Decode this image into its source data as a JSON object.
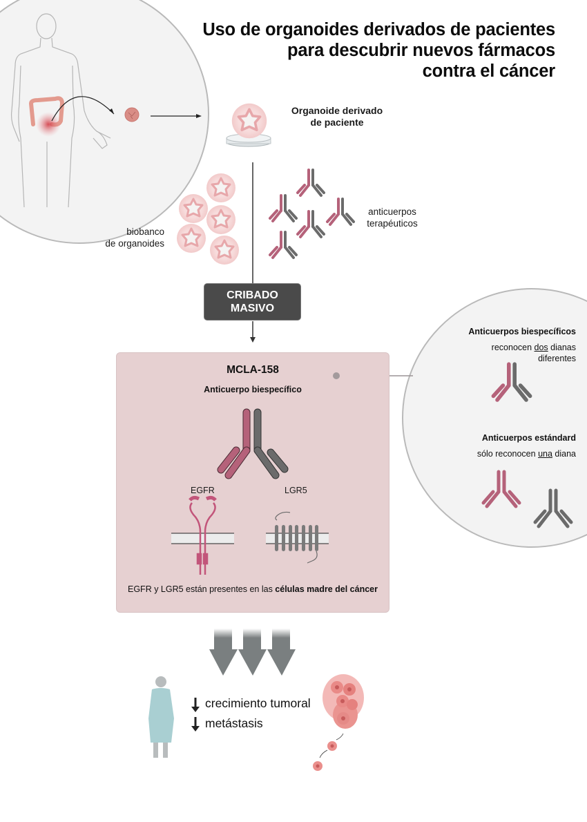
{
  "title": {
    "line1": "Uso de organoides derivados de pacientes",
    "line2": "para descubrir nuevos fármacos",
    "line3": "contra el cáncer"
  },
  "organoid": {
    "label_line1": "Organoide derivado",
    "label_line2": "de paciente"
  },
  "biobank": {
    "label_line1": "biobanco",
    "label_line2": "de organoides"
  },
  "antibodies": {
    "label_line1": "anticuerpos",
    "label_line2": "terapéuticos"
  },
  "screening": {
    "line1": "CRIBADO",
    "line2": "MASIVO"
  },
  "mcla": {
    "name": "MCLA-158",
    "subtitle": "Anticuerpo biespecífico",
    "target_left": "EGFR",
    "target_right": "LGR5",
    "caption_plain": "EGFR y LGR5 están presentes en las ",
    "caption_bold": "células madre del cáncer"
  },
  "inset": {
    "bispecific_title": "Anticuerpos biespecíficos",
    "bispecific_desc_pre": "reconocen ",
    "bispecific_desc_underline": "dos",
    "bispecific_desc_post": " dianas",
    "bispecific_desc_line2": "diferentes",
    "standard_title": "Anticuerpos estándard",
    "standard_desc_pre": "sólo reconocen ",
    "standard_desc_underline": "una",
    "standard_desc_post": " diana"
  },
  "outcomes": {
    "item1": "crecimiento tumoral",
    "item2": "metástasis"
  },
  "colors": {
    "antibody_pink": "#b5627a",
    "antibody_gray": "#6b6b6b",
    "box_bg": "#e6d0d1",
    "circle_bg": "#f3f3f3",
    "screening_bg": "#4a4a4a"
  }
}
